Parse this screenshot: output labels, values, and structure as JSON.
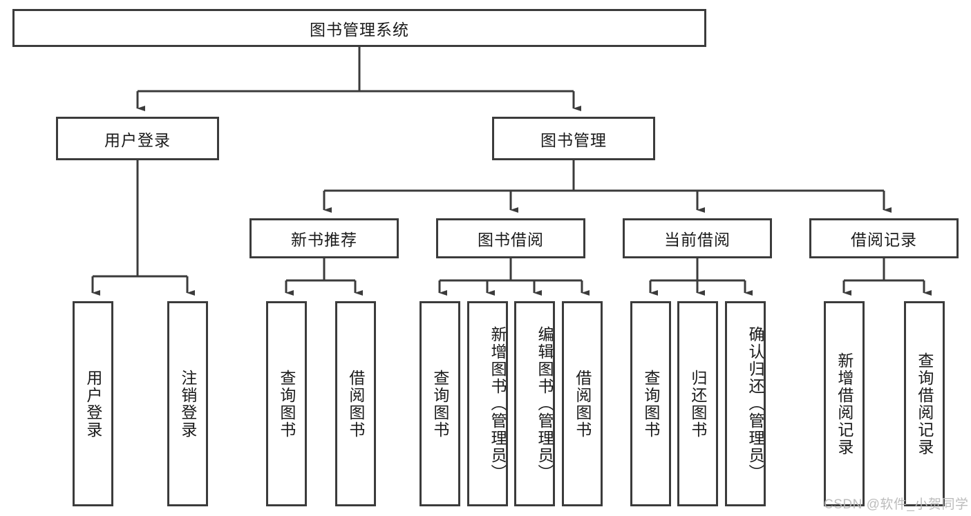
{
  "diagram": {
    "title": "图书管理系统",
    "root": {
      "label": "图书管理系统"
    },
    "level2": [
      {
        "label": "用户登录"
      },
      {
        "label": "图书管理"
      }
    ],
    "level3": [
      {
        "label": "新书推荐"
      },
      {
        "label": "图书借阅"
      },
      {
        "label": "当前借阅"
      },
      {
        "label": "借阅记录"
      }
    ],
    "leaves": {
      "user_login": [
        {
          "label": "用户登录"
        },
        {
          "label": "注销登录"
        }
      ],
      "new_book_recommend": [
        {
          "label": "查询图书"
        },
        {
          "label": "借阅图书"
        }
      ],
      "book_borrow": [
        {
          "label": "查询图书"
        },
        {
          "label": "新增图书（管理员）"
        },
        {
          "label": "编辑图书（管理员）"
        },
        {
          "label": "借阅图书"
        }
      ],
      "current_borrow": [
        {
          "label": "查询图书"
        },
        {
          "label": "归还图书"
        },
        {
          "label": "确认归还（管理员）"
        }
      ],
      "borrow_record": [
        {
          "label": "新增借阅记录"
        },
        {
          "label": "查询借阅记录"
        }
      ]
    },
    "watermark": "CSDN @软件_小贺同学",
    "colors": {
      "stroke": "#3b3b3b",
      "background": "#ffffff",
      "text": "#1a1a1a",
      "watermark": "#b9b9b9"
    }
  }
}
